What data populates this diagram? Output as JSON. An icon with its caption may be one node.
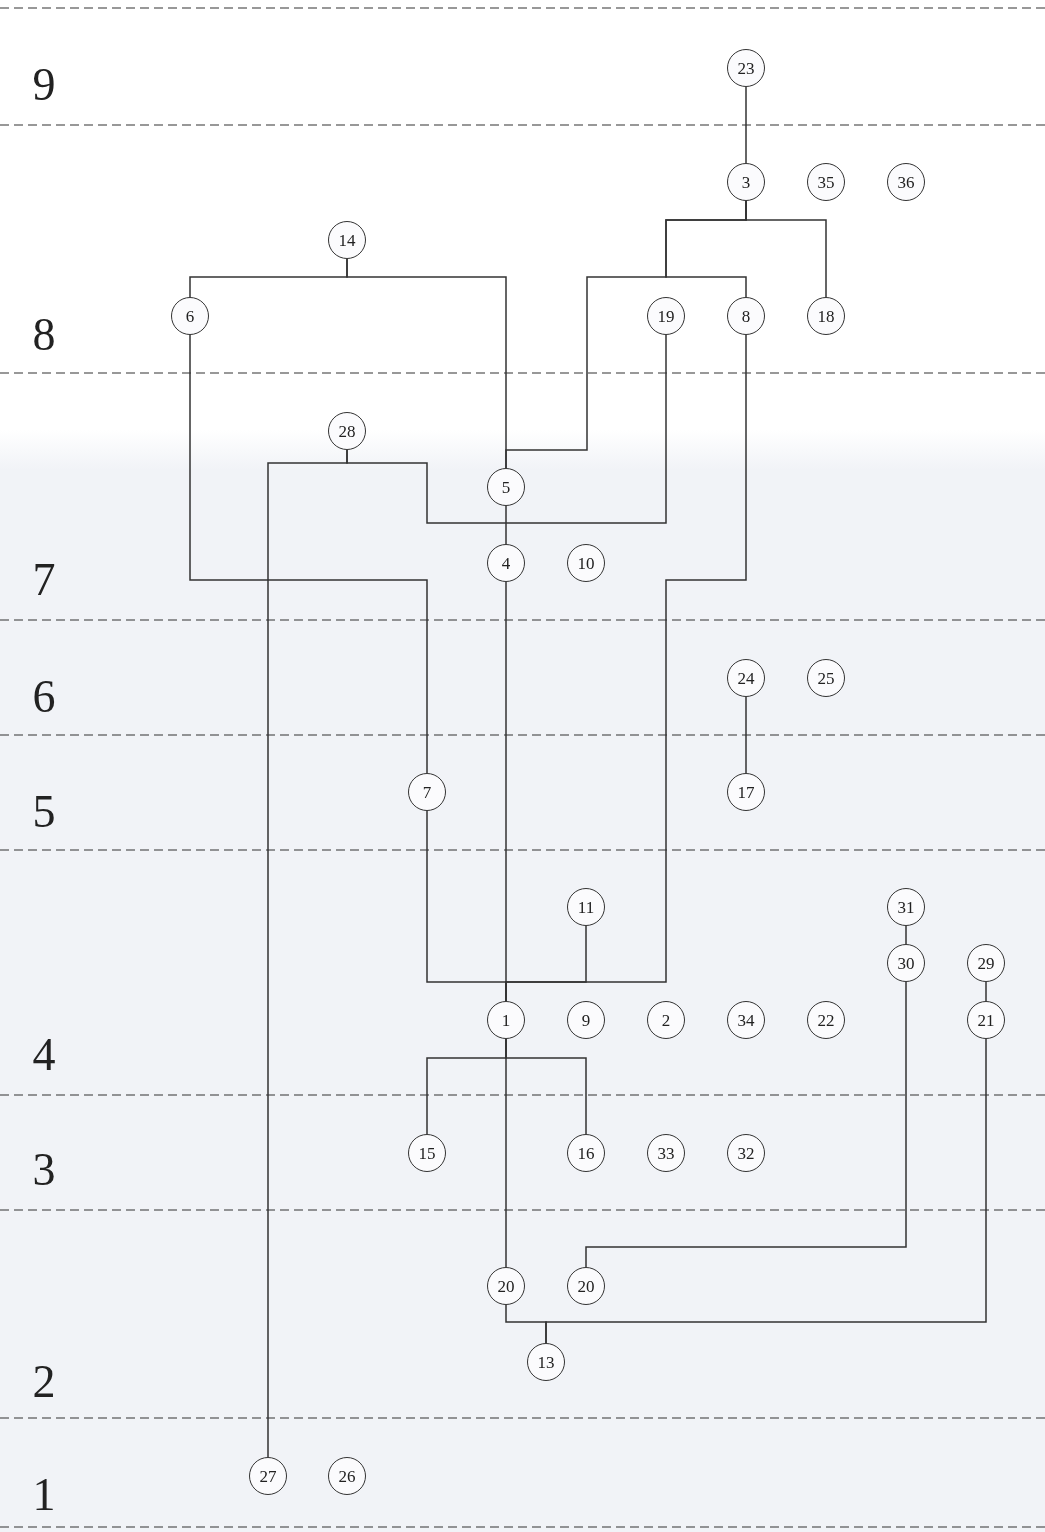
{
  "diagram": {
    "nodes": [
      {
        "text": [
          "23"
        ]
      },
      {
        "text": [
          "3"
        ]
      },
      {
        "text": [
          "35"
        ]
      },
      {
        "text": [
          "36"
        ]
      },
      {
        "text": [
          "14"
        ]
      },
      {
        "text": [
          "6"
        ]
      },
      {
        "text": [
          "19"
        ]
      },
      {
        "text": [
          "8"
        ]
      },
      {
        "text": [
          "18"
        ]
      },
      {
        "text": [
          "28"
        ]
      },
      {
        "text": [
          "5"
        ]
      },
      {
        "text": [
          "4"
        ]
      },
      {
        "text": [
          "10"
        ]
      },
      {
        "text": [
          "24"
        ]
      },
      {
        "text": [
          "25"
        ]
      },
      {
        "text": [
          "7"
        ]
      },
      {
        "text": [
          "17"
        ]
      },
      {
        "text": [
          "11"
        ]
      },
      {
        "text": [
          "31"
        ]
      },
      {
        "text": [
          "30"
        ]
      },
      {
        "text": [
          "29"
        ]
      },
      {
        "text": [
          "1"
        ]
      },
      {
        "text": [
          "9"
        ]
      },
      {
        "text": [
          "2"
        ]
      },
      {
        "text": [
          "34"
        ]
      },
      {
        "text": [
          "22"
        ]
      },
      {
        "text": [
          "21"
        ]
      },
      {
        "text": [
          "15"
        ]
      },
      {
        "text": [
          "16"
        ]
      },
      {
        "text": [
          "33"
        ]
      },
      {
        "text": [
          "32"
        ]
      },
      {
        "text": [
          "20"
        ]
      },
      {
        "text": [
          "20"
        ]
      },
      {
        "text": [
          "13"
        ]
      },
      {
        "text": [
          "27"
        ]
      },
      {
        "text": [
          "26"
        ]
      }
    ],
    "edges": [
      {
        "from": 0,
        "to": 1,
        "arrow": "none"
      },
      {
        "from": 1,
        "to": 8,
        "arrow": "none"
      },
      {
        "from": 1,
        "to": 7,
        "arrow": "none"
      },
      {
        "from": 1,
        "to": 10,
        "arrow": "none"
      },
      {
        "from": 4,
        "to": 5,
        "arrow": "none"
      },
      {
        "from": 4,
        "to": 10,
        "arrow": "none"
      },
      {
        "from": 9,
        "to": 34,
        "arrow": "none"
      },
      {
        "from": 9,
        "to": 6,
        "arrow": "none"
      },
      {
        "from": 10,
        "to": 11,
        "arrow": "none"
      },
      {
        "from": 5,
        "to": 15,
        "arrow": "none"
      },
      {
        "from": 7,
        "to": 21,
        "arrow": "none"
      },
      {
        "from": 15,
        "to": 21,
        "arrow": "none"
      },
      {
        "from": 17,
        "to": 21,
        "arrow": "none"
      },
      {
        "from": 11,
        "to": 21,
        "arrow": "none"
      },
      {
        "from": 21,
        "to": 27,
        "arrow": "none"
      },
      {
        "from": 21,
        "to": 28,
        "arrow": "none"
      },
      {
        "from": 21,
        "to": 31,
        "arrow": "none"
      },
      {
        "from": 18,
        "to": 19,
        "arrow": "none"
      },
      {
        "from": 19,
        "to": 32,
        "arrow": "none"
      },
      {
        "from": 20,
        "to": 26,
        "arrow": "none"
      },
      {
        "from": 26,
        "to": 33,
        "arrow": "none"
      },
      {
        "from": 31,
        "to": 33,
        "arrow": "none"
      },
      {
        "from": 13,
        "to": 16,
        "arrow": "none"
      }
    ],
    "labels": [
      "9",
      "8",
      "7",
      "6",
      "5",
      "4",
      "3",
      "2",
      "1"
    ]
  }
}
